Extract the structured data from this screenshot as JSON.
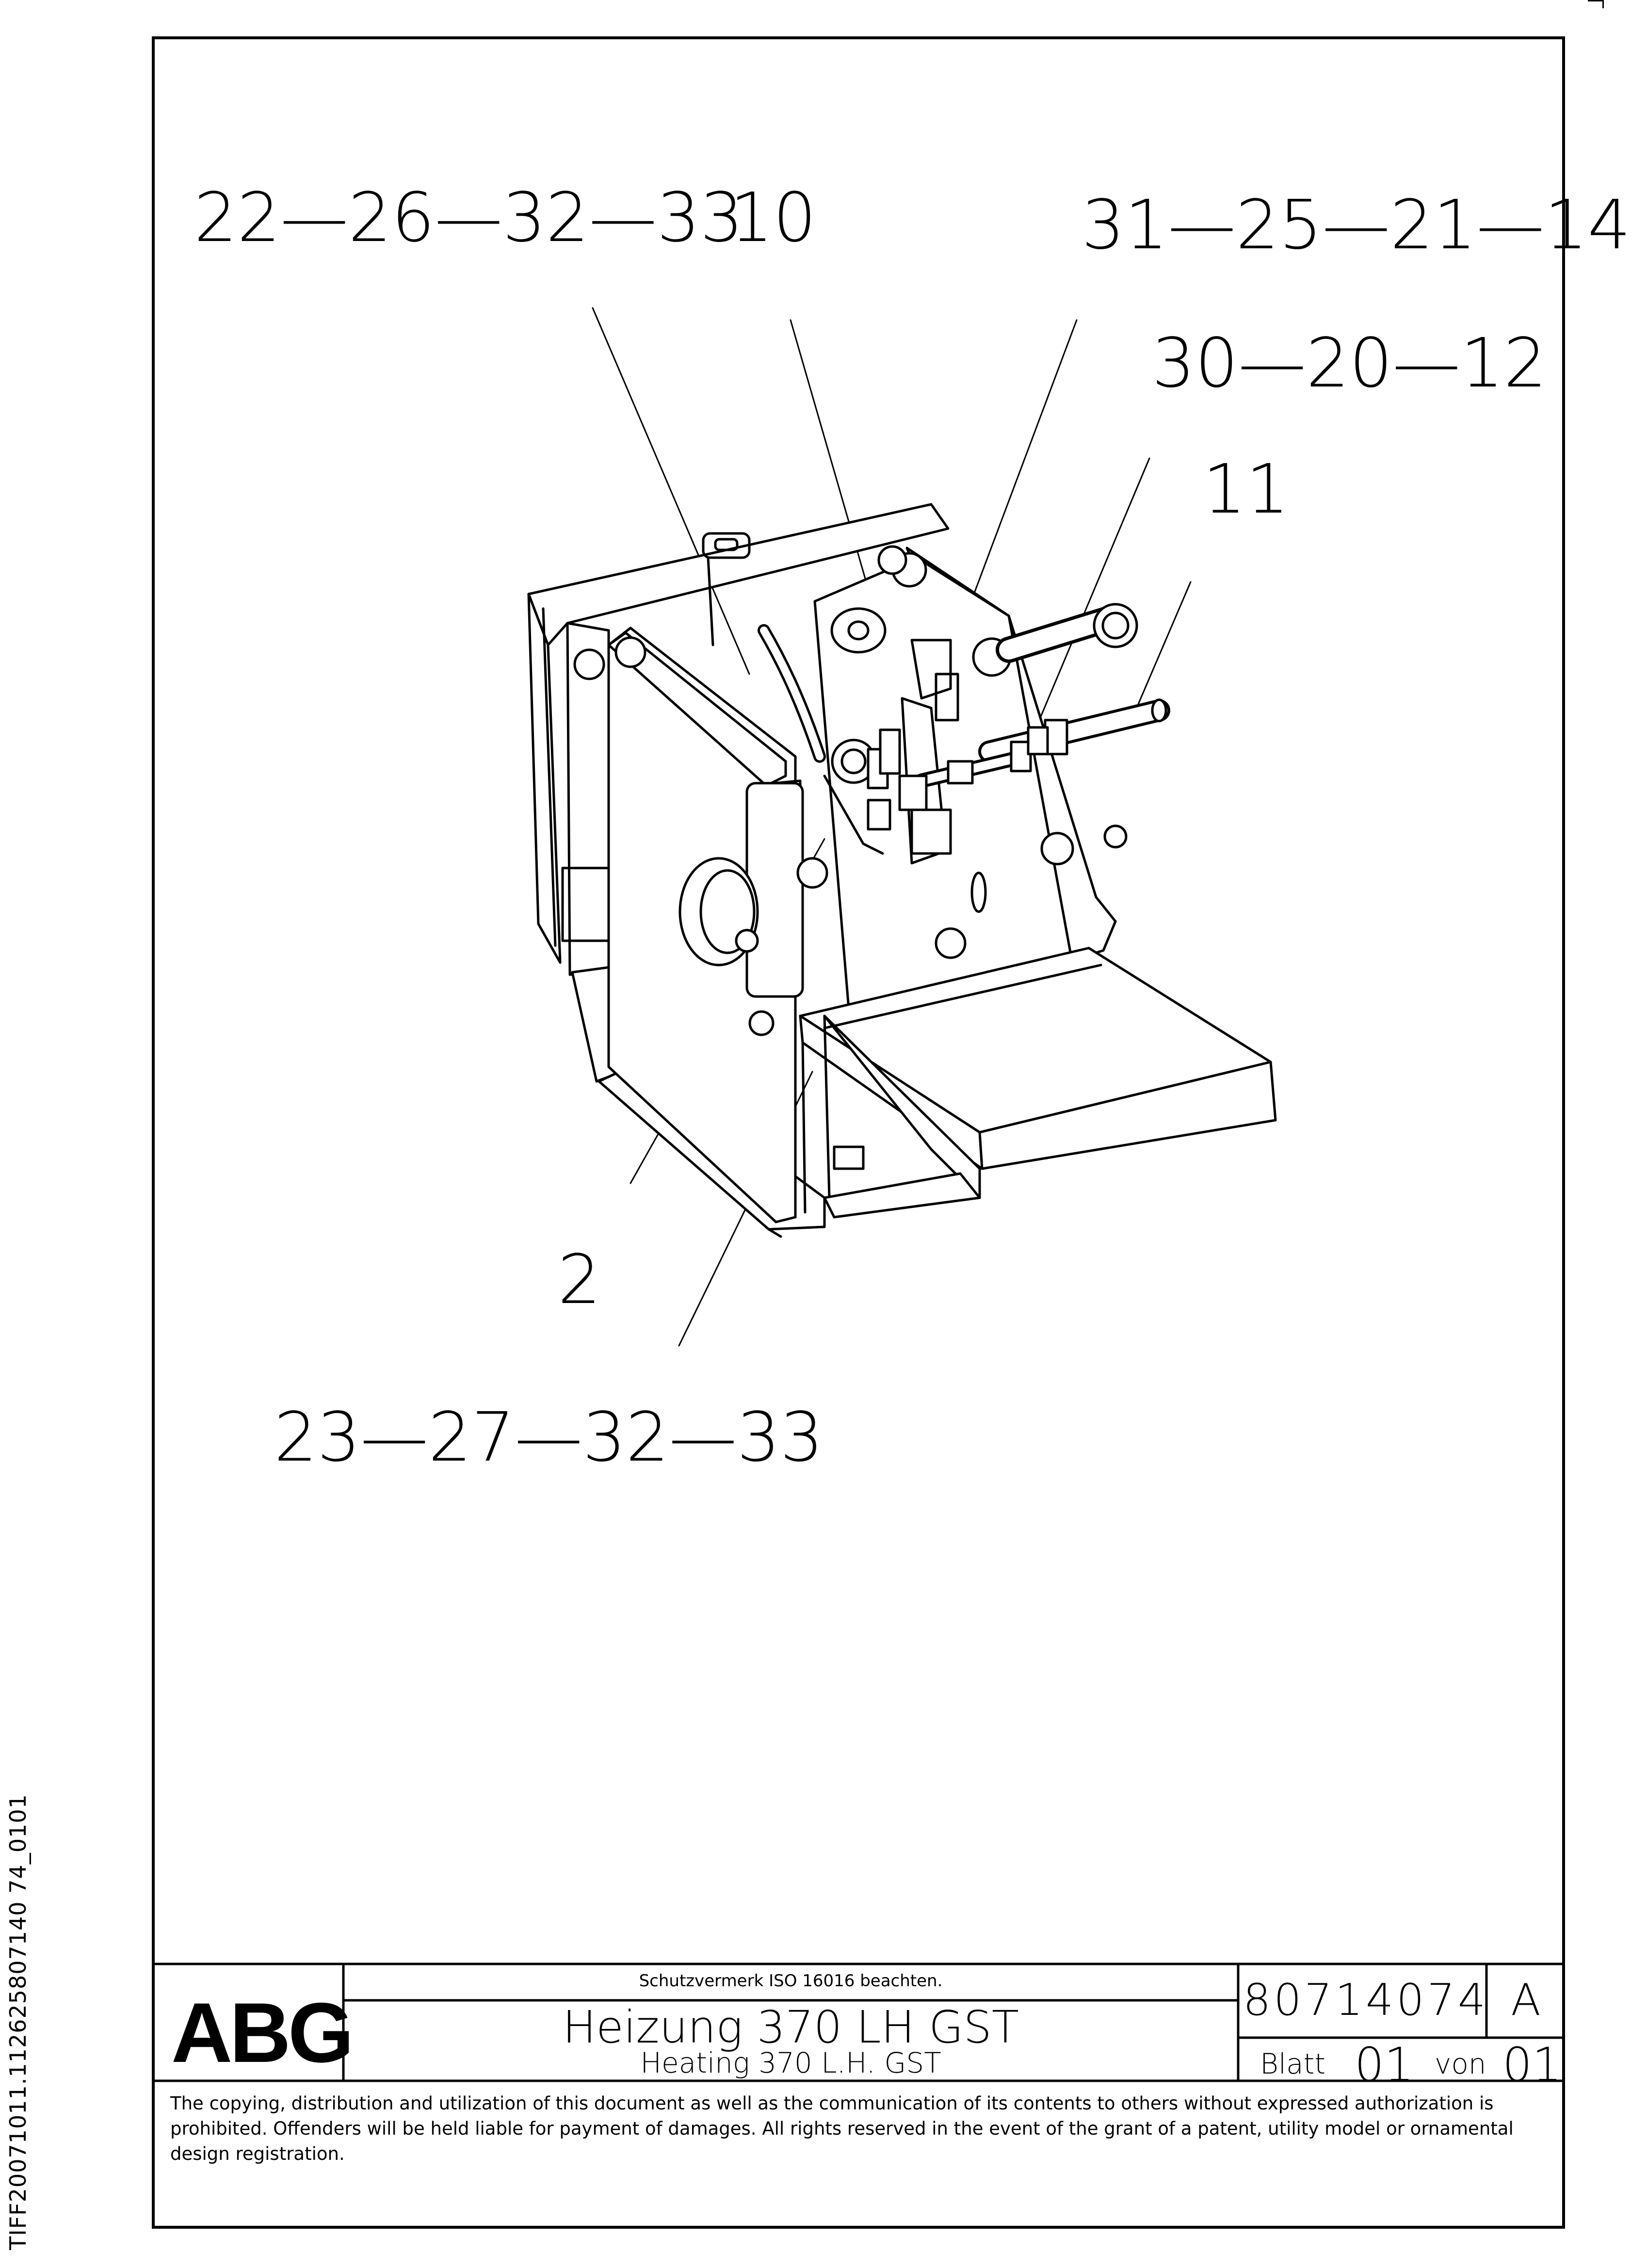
{
  "side_text": "TIFF20071011.112625807140 74_0101",
  "callouts": {
    "c1": "22—26—32—33",
    "c2": "10",
    "c3": "31—25—21—14",
    "c4": "30—20—12",
    "c5": "11",
    "c6": "2",
    "c7": "23—27—32—33"
  },
  "title_block": {
    "logo": "ABG",
    "protection_note": "Schutzvermerk ISO 16016 beachten.",
    "title_de": "Heizung 370 LH GST",
    "title_en": "Heating 370 L.H. GST",
    "doc_number": "80714074",
    "revision": "A",
    "sheet_label": "Blatt",
    "sheet_number": "01",
    "of_label": "von",
    "sheet_total": "01",
    "copyright": "The copying, distribution and utilization of this document as well as the communication of its contents to others without expressed authorization is prohibited. Offenders will be held liable for payment of damages. All rights reserved in the event of the grant of a patent, utility model or ornamental design registration."
  }
}
